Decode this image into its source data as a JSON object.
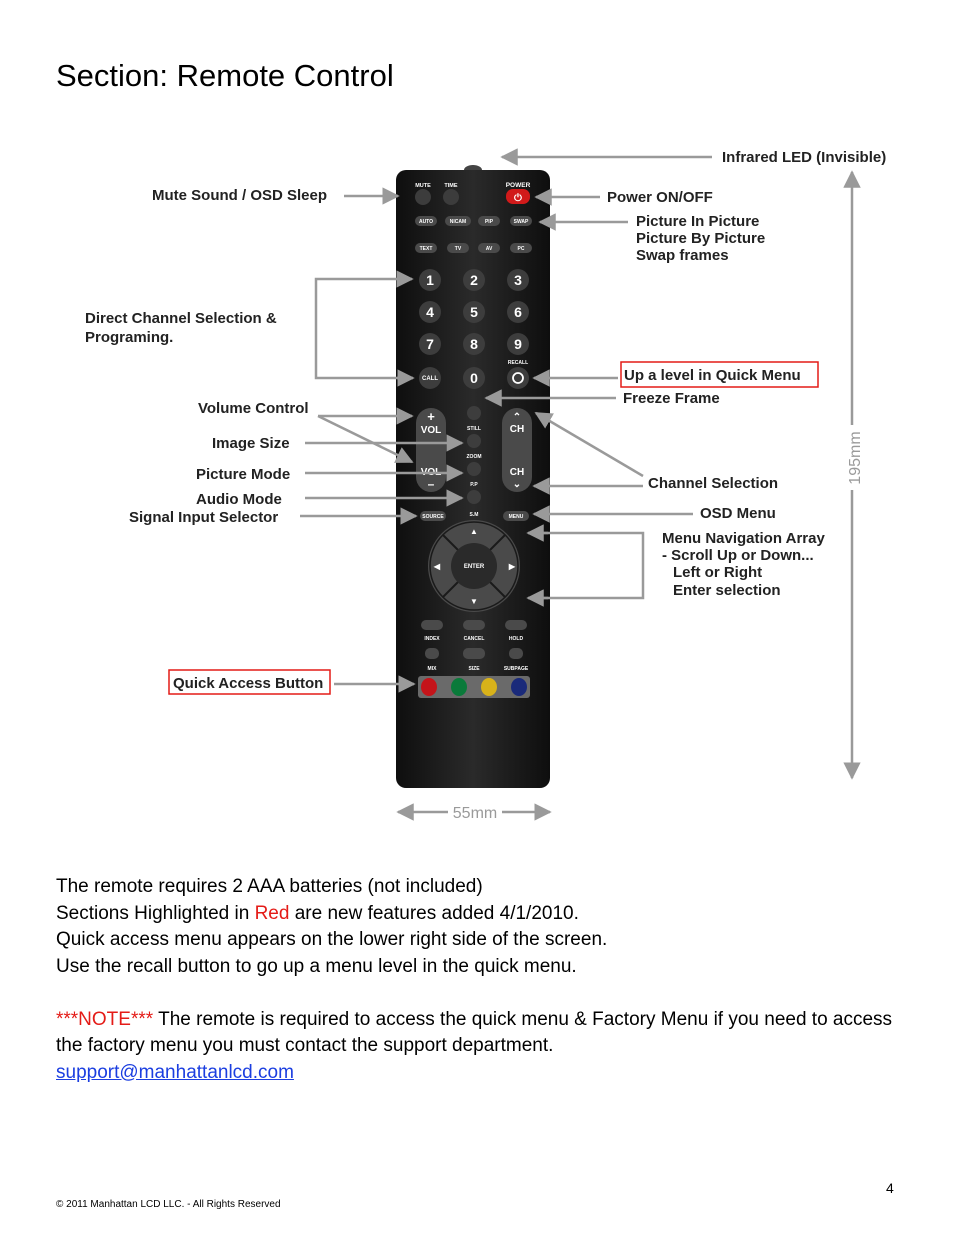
{
  "page": {
    "title": "Section: Remote Control",
    "page_number": "4",
    "footer": "© 2011 Manhattan LCD LLC. - All Rights Reserved"
  },
  "diagram": {
    "callouts": {
      "infrared": "Infrared LED (Invisible)",
      "mute": "Mute Sound / OSD Sleep",
      "power": "Power ON/OFF",
      "pip_1": "Picture In Picture",
      "pip_2": "Picture By Picture",
      "pip_3": "Swap frames",
      "direct_1": "Direct Channel Selection &",
      "direct_2": "Programing.",
      "up_level": "Up a level in Quick Menu",
      "freeze": "Freeze Frame",
      "volume": "Volume Control",
      "image_size": "Image Size",
      "picture_mode": "Picture Mode",
      "audio_mode": "Audio Mode",
      "signal": "Signal Input Selector",
      "channel": "Channel Selection",
      "osd": "OSD Menu",
      "nav_1": "Menu Navigation Array",
      "nav_2": "- Scroll Up or Down...",
      "nav_3": "Left or Right",
      "nav_4": "Enter selection",
      "quick": "Quick Access Button"
    },
    "dimensions": {
      "height": "195mm",
      "width": "55mm"
    },
    "remote_labels": {
      "mute": "MUTE",
      "time": "TIME",
      "power": "POWER",
      "row2": [
        "AUTO",
        "NICAM",
        "PIP",
        "SWAP"
      ],
      "row3": [
        "TEXT",
        "TV",
        "AV",
        "PC"
      ],
      "digits": [
        "1",
        "2",
        "3",
        "4",
        "5",
        "6",
        "7",
        "8",
        "9",
        "CALL",
        "0"
      ],
      "recall": "RECALL",
      "vol": "VOL",
      "ch": "CH",
      "still": "STILL",
      "zoom": "ZOOM",
      "pp": "P.P",
      "sm": "S.M",
      "source": "SOURCE",
      "menu": "MENU",
      "enter": "ENTER",
      "row_a": [
        "INDEX",
        "CANCEL",
        "HOLD"
      ],
      "row_b": [
        "MIX",
        "SIZE",
        "SUBPAGE"
      ]
    },
    "colors": {
      "red": "#c4141a",
      "green": "#0a7a3a",
      "yellow": "#d8b21a",
      "blue": "#1a2a7a",
      "highlight": "#e41b17"
    }
  },
  "body": {
    "line1": "The remote requires 2 AAA batteries (not included)",
    "line2_pre": "Sections Highlighted in ",
    "line2_red": "Red",
    "line2_post": " are new features added 4/1/2010.",
    "line3": "Quick access menu appears on the lower right side of the screen.",
    "line4": "Use the recall button to go up a menu level in the quick menu.",
    "note_label": "***NOTE***",
    "note_text": " The remote is required to access the quick menu & Factory Menu if you need to access the factory menu you must contact the support department.",
    "email": "support@manhattanlcd.com"
  }
}
